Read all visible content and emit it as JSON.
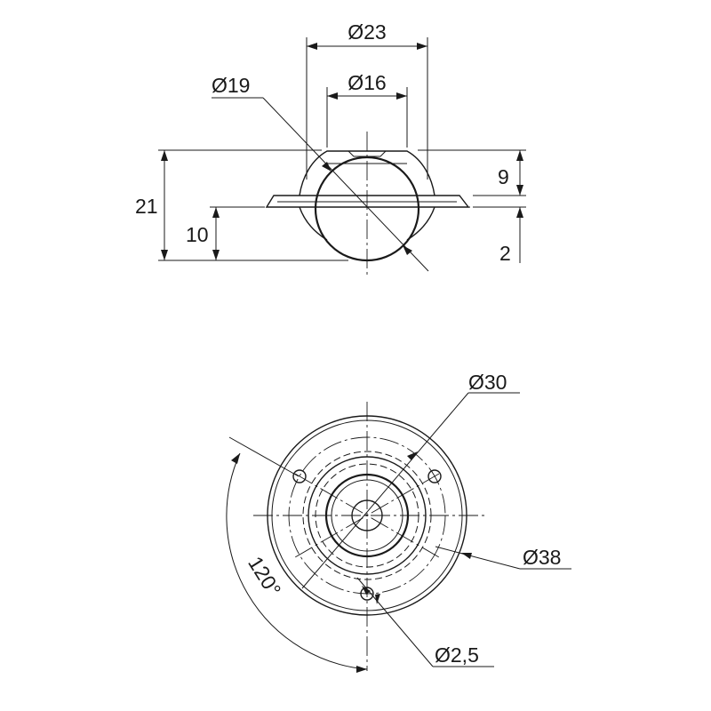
{
  "side_view": {
    "dia_top_outer": "Ø23",
    "dia_top_inner": "Ø16",
    "dia_ball": "Ø19",
    "total_height": "21",
    "flange_to_bottom": "10",
    "top_height": "9",
    "flange_thickness": "2"
  },
  "top_view": {
    "bolt_circle_dia": "Ø30",
    "flange_dia": "Ø38",
    "hole_dia": "Ø2,5",
    "hole_angle": "120°"
  }
}
